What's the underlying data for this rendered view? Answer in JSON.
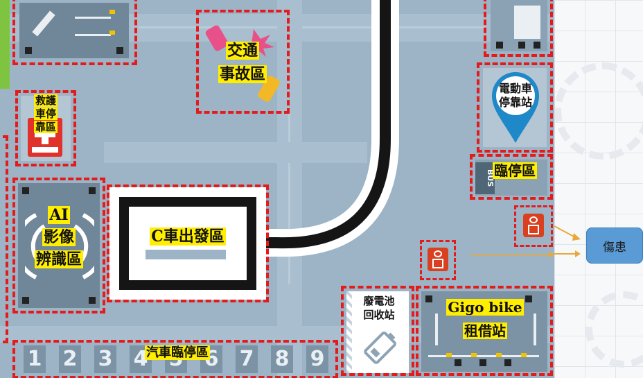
{
  "map_title": "",
  "zones": {
    "traffic_accident": {
      "line1": "交通",
      "line2": "事故區"
    },
    "ambulance_parking": {
      "line1": "救護",
      "line2": "車停",
      "line3": "靠區"
    },
    "ai_recognition": {
      "line1": "AI",
      "line2": "影像",
      "line3": "辨識區"
    },
    "car_c_start": {
      "label": "C車出發區"
    },
    "ev_station": {
      "line1": "電動車",
      "line2": "停靠站"
    },
    "temp_stop": {
      "label": "臨停區"
    },
    "bus_sign": {
      "text": "BUS"
    },
    "battery_recycle": {
      "line1": "廢電池",
      "line2": "回收站"
    },
    "gigo_bike": {
      "line1": "Gigo bike",
      "line2": "租借站"
    },
    "car_temp_parking": {
      "label": "汽車臨停區"
    }
  },
  "parking_slots": [
    "1",
    "2",
    "3",
    "4",
    "5",
    "6",
    "7",
    "8",
    "9"
  ],
  "injured_label": "傷患",
  "colors": {
    "zone_border": "#e31b1b",
    "highlight": "#ffee00",
    "map_background": "#9cb4c6",
    "injured_box": "#5b9bd5",
    "patient_icon": "#d9401f"
  },
  "icons": [
    "car-crash-icon",
    "ambulance-cross-icon",
    "wifi-signal-icon",
    "map-pin-icon",
    "battery-icon",
    "patient-icon",
    "arrow-right-icon"
  ]
}
